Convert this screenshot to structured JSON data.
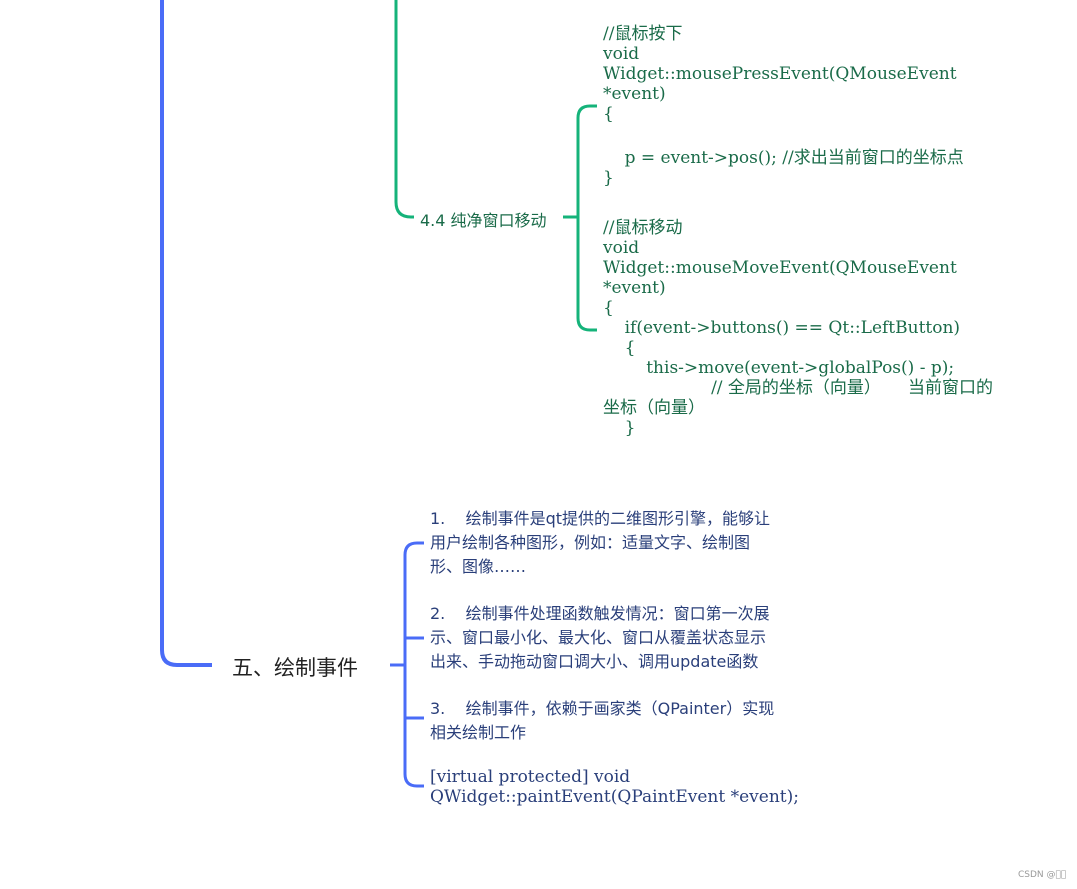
{
  "colors": {
    "blue_branch": "#4a6cf7",
    "green_branch": "#15b37a",
    "green_text": "#1a6b49",
    "blue_text": "#2a3f7a"
  },
  "section_4_4": {
    "label": "4.4 纯净窗口移动",
    "code_press": "//鼠标按下\nvoid\nWidget::mousePressEvent(QMouseEvent\n*event)\n{",
    "code_press_body": "    p = event->pos(); //求出当前窗口的坐标点\n}",
    "code_move": "//鼠标移动\nvoid\nWidget::mouseMoveEvent(QMouseEvent\n*event)\n{\n    if(event->buttons() == Qt::LeftButton)\n    {\n        this->move(event->globalPos() - p);\n                    // 全局的坐标（向量）     当前窗口的\n坐标（向量）\n    }"
  },
  "section_5": {
    "title": "五、绘制事件",
    "items": [
      "1.    绘制事件是qt提供的二维图形引擎，能够让\n用户绘制各种图形，例如：适量文字、绘制图\n形、图像……",
      "2.    绘制事件处理函数触发情况：窗口第一次展\n示、窗口最小化、最大化、窗口从覆盖状态显示\n出来、手动拖动窗口调大小、调用update函数",
      "3.    绘制事件，依赖于画家类（QPainter）实现\n相关绘制工作",
      "[virtual protected] void\nQWidget::paintEvent(QPaintEvent *event);"
    ]
  },
  "watermark": "CSDN @\u0000\u0000"
}
